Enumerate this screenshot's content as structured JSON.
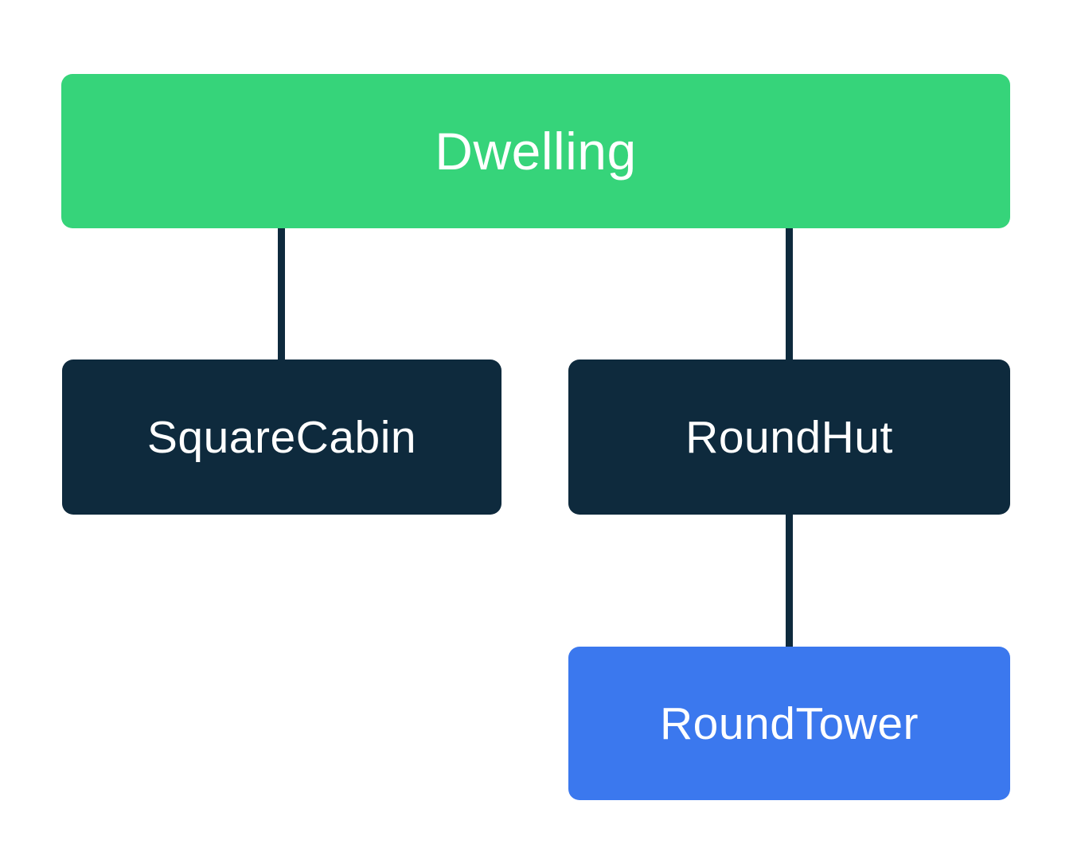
{
  "diagram": {
    "type": "class-hierarchy",
    "background_color": "#ffffff",
    "connector_color": "#0e2a3d",
    "text_color": "#ffffff",
    "nodes": [
      {
        "id": "dwelling",
        "label": "Dwelling",
        "fill": "#36d47a",
        "level": 0
      },
      {
        "id": "squarecabin",
        "label": "SquareCabin",
        "fill": "#0e2a3d",
        "level": 1,
        "parent": "dwelling"
      },
      {
        "id": "roundhut",
        "label": "RoundHut",
        "fill": "#0e2a3d",
        "level": 1,
        "parent": "dwelling"
      },
      {
        "id": "roundtower",
        "label": "RoundTower",
        "fill": "#3b78ee",
        "level": 2,
        "parent": "roundhut"
      }
    ],
    "edges": [
      {
        "from": "dwelling",
        "to": "squarecabin"
      },
      {
        "from": "dwelling",
        "to": "roundhut"
      },
      {
        "from": "roundhut",
        "to": "roundtower"
      }
    ]
  }
}
